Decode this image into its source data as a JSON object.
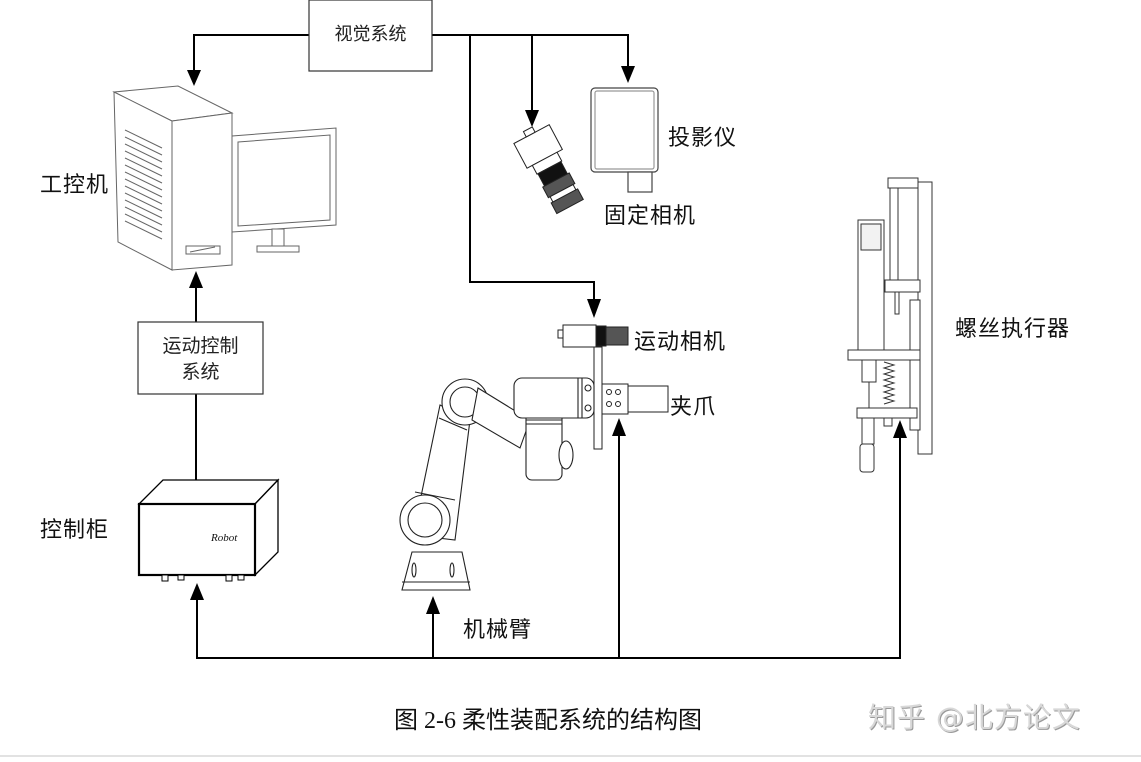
{
  "figure": {
    "caption": "图 2-6 柔性装配系统的结构图",
    "watermark": "知乎 @北方论文"
  },
  "nodes": {
    "vision_system": {
      "label": "视觉系统"
    },
    "motion_control": {
      "label_line1": "运动控制",
      "label_line2": "系统"
    },
    "ipc": {
      "label": "工控机"
    },
    "projector": {
      "label": "投影仪"
    },
    "fixed_camera": {
      "label": "固定相机"
    },
    "motion_camera": {
      "label": "运动相机"
    },
    "gripper": {
      "label": "夹爪"
    },
    "screw_actuator": {
      "label": "螺丝执行器"
    },
    "control_cabinet": {
      "label": "控制柜",
      "brand_text": "Robot"
    },
    "robot_arm": {
      "label": "机械臂"
    }
  },
  "connections": [
    {
      "from": "vision_system",
      "to": "ipc"
    },
    {
      "from": "vision_system",
      "to": "fixed_camera"
    },
    {
      "from": "vision_system",
      "to": "projector"
    },
    {
      "from": "vision_system",
      "to": "motion_camera"
    },
    {
      "from": "control_cabinet",
      "to": "motion_control"
    },
    {
      "from": "motion_control",
      "to": "ipc"
    },
    {
      "from": "bus",
      "to": "control_cabinet"
    },
    {
      "from": "bus",
      "to": "robot_arm"
    },
    {
      "from": "bus",
      "to": "gripper"
    },
    {
      "from": "bus",
      "to": "screw_actuator"
    }
  ]
}
